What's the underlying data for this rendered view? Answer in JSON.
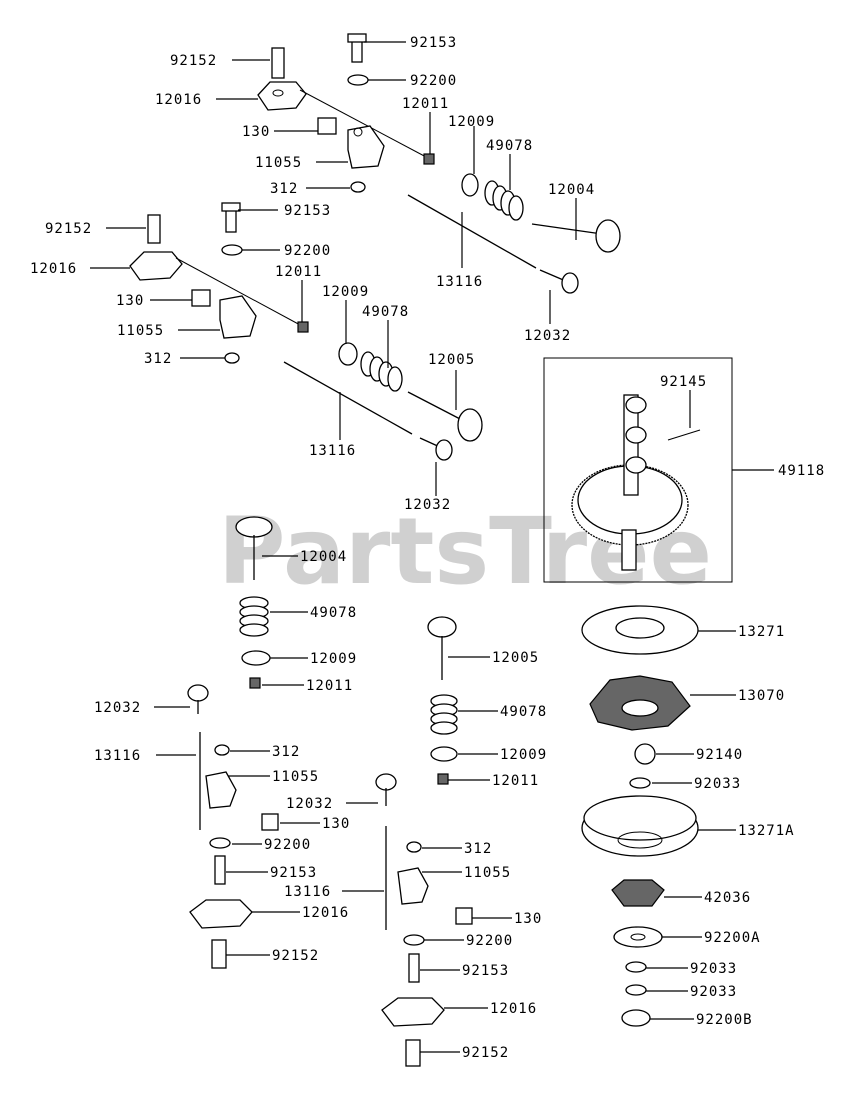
{
  "watermark": "PartsTree",
  "labels": {
    "l92153a": "92153",
    "l92152a": "92152",
    "l92200a": "92200",
    "l12016a": "12016",
    "l12011a": "12011",
    "l130a": "130",
    "l12009a": "12009",
    "l11055a": "11055",
    "l49078a": "49078",
    "l312a": "312",
    "l12004a": "12004",
    "l92153b": "92153",
    "l92152b": "92152",
    "l12016b": "12016",
    "l92200b": "92200",
    "l12011b": "12011",
    "l13116a": "13116",
    "l130b": "130",
    "l12009b": "12009",
    "l49078b": "49078",
    "l11055b": "11055",
    "l12032a": "12032",
    "l312b": "312",
    "l12005a": "12005",
    "l92145": "92145",
    "l13116b": "13116",
    "l49118": "49118",
    "l12032b": "12032",
    "l12004b": "12004",
    "l49078c": "49078",
    "l13271": "13271",
    "l12005b": "12005",
    "l12009c": "12009",
    "l12011c": "12011",
    "l13070": "13070",
    "l12032c": "12032",
    "l49078d": "49078",
    "l13116c": "13116",
    "l312c": "312",
    "l92140": "92140",
    "l11055c": "11055",
    "l12009d": "12009",
    "l92033a": "92033",
    "l12011d": "12011",
    "l12032d": "12032",
    "l130c": "130",
    "l13271A": "13271A",
    "l92200c": "92200",
    "l312d": "312",
    "l92153c": "92153",
    "l11055d": "11055",
    "l13116d": "13116",
    "l42036": "42036",
    "l12016c": "12016",
    "l130d": "130",
    "l92200A": "92200A",
    "l92200d": "92200",
    "l92152c": "92152",
    "l92153d": "92153",
    "l92033b": "92033",
    "l92033c": "92033",
    "l12016d": "12016",
    "l92200B": "92200B",
    "l92152d": "92152"
  }
}
